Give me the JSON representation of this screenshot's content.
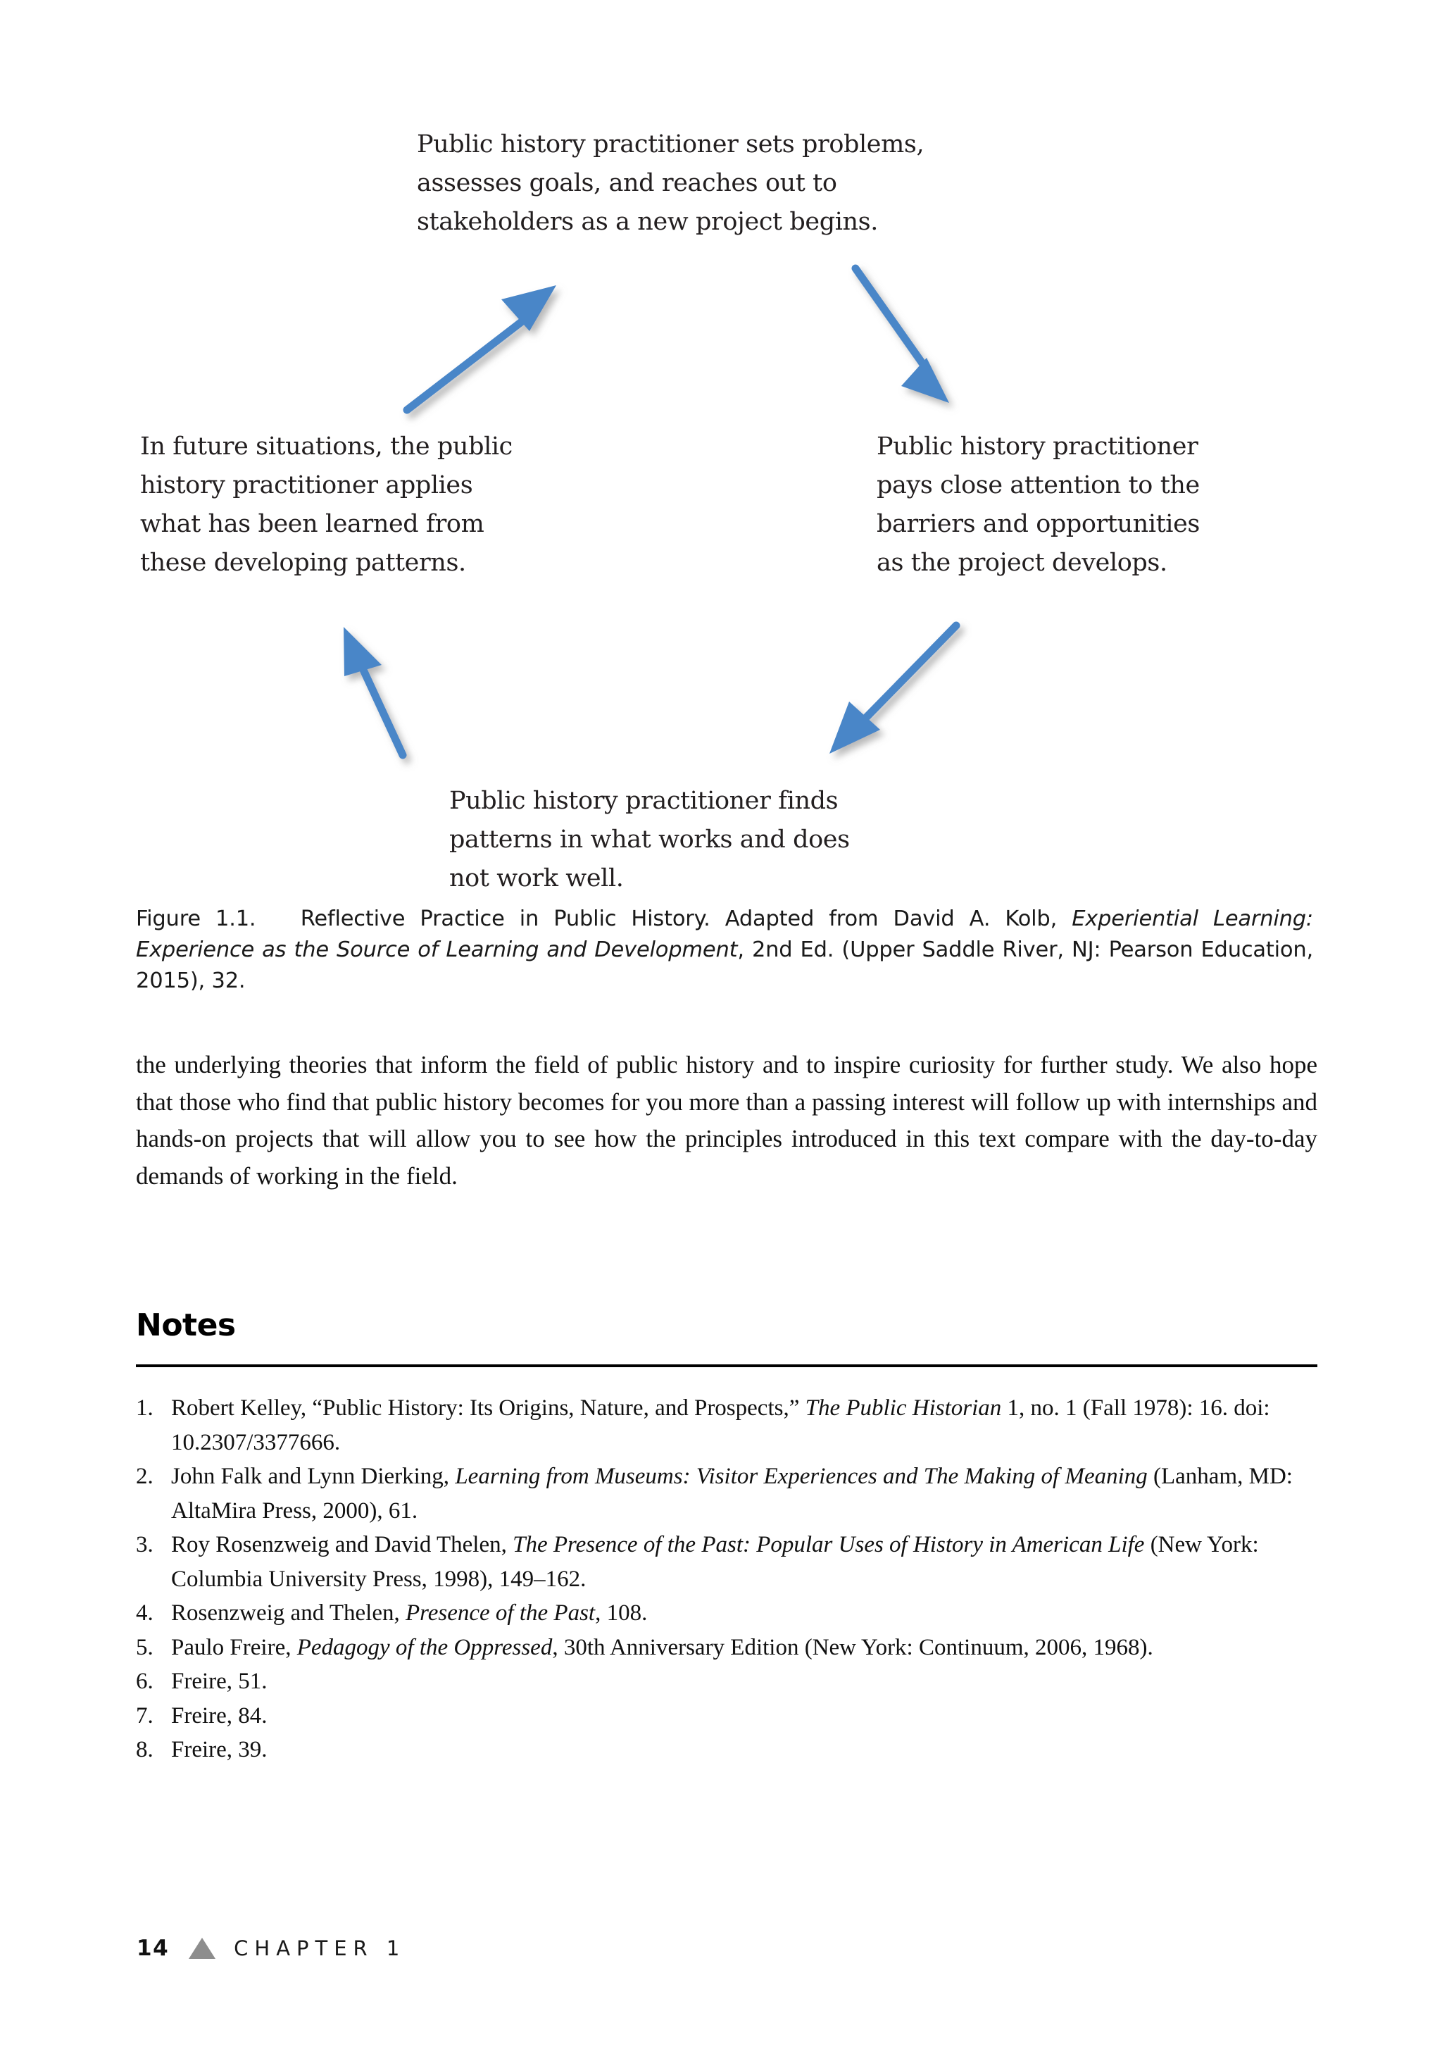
{
  "figure": {
    "type": "cycle-diagram",
    "title": "Reflective Practice in Public History",
    "nodes": {
      "top": "Public history practitioner sets problems,\nassesses goals, and reaches out to\nstakeholders as a new project begins.",
      "right": "Public history practitioner\npays close attention to the\nbarriers and opportunities\nas the project develops.",
      "bottom": "Public history practitioner finds\npatterns in what works and does\nnot work well.",
      "left": "In future situations, the public\nhistory practitioner applies\nwhat has been learned from\nthese developing patterns."
    },
    "arrow_color": "#4A86C8",
    "arrows": [
      {
        "name": "arrow-left-to-top",
        "from": "left",
        "to": "top",
        "direction": "up-right"
      },
      {
        "name": "arrow-top-to-right",
        "from": "top",
        "to": "right",
        "direction": "down-right"
      },
      {
        "name": "arrow-right-to-bottom",
        "from": "right",
        "to": "bottom",
        "direction": "down-left"
      },
      {
        "name": "arrow-bottom-to-left",
        "from": "bottom",
        "to": "left",
        "direction": "up-left"
      }
    ]
  },
  "caption": {
    "label": "Figure 1.1.",
    "text_before_italic": "Reflective Practice in Public History. Adapted from David A. Kolb, ",
    "italic_title": "Experiential Learning: Experience as the Source of Learning and Development",
    "text_after_italic": ", 2nd Ed. (Upper Saddle River, NJ: Pearson Education, 2015), 32."
  },
  "body": {
    "paragraph": "the underlying theories that inform the field of public history and to inspire curiosity for further study. We also hope that those who find that public history becomes for you more than a passing interest will follow up with internships and hands-on projects that will allow you to see how the principles introduced in this text compare with the day-to-day demands of working in the field."
  },
  "notes": {
    "heading": "Notes",
    "items": [
      {
        "number": "1.",
        "parts": [
          {
            "text": "Robert Kelley, “Public History: Its Origins, Nature, and Prospects,” ",
            "italic": false
          },
          {
            "text": "The Public Historian",
            "italic": true
          },
          {
            "text": " 1, no. 1 (Fall 1978): 16. doi: 10.2307/3377666.",
            "italic": false
          }
        ]
      },
      {
        "number": "2.",
        "parts": [
          {
            "text": "John Falk and Lynn Dierking, ",
            "italic": false
          },
          {
            "text": "Learning from Museums: Visitor Experiences and The Making of Meaning",
            "italic": true
          },
          {
            "text": " (Lanham, MD: AltaMira Press, 2000), 61.",
            "italic": false
          }
        ]
      },
      {
        "number": "3.",
        "parts": [
          {
            "text": "Roy Rosenzweig and David Thelen, ",
            "italic": false
          },
          {
            "text": "The Presence of the Past: Popular Uses of History in American Life",
            "italic": true
          },
          {
            "text": " (New York: Columbia University Press, 1998), 149–162.",
            "italic": false
          }
        ]
      },
      {
        "number": "4.",
        "parts": [
          {
            "text": "Rosenzweig and Thelen, ",
            "italic": false
          },
          {
            "text": "Presence of the Past",
            "italic": true
          },
          {
            "text": ", 108.",
            "italic": false
          }
        ]
      },
      {
        "number": "5.",
        "parts": [
          {
            "text": "Paulo Freire, ",
            "italic": false
          },
          {
            "text": "Pedagogy of the Oppressed",
            "italic": true
          },
          {
            "text": ", 30th Anniversary Edition (New York: Continuum, 2006, 1968).",
            "italic": false
          }
        ]
      },
      {
        "number": "6.",
        "parts": [
          {
            "text": "Freire, 51.",
            "italic": false
          }
        ]
      },
      {
        "number": "7.",
        "parts": [
          {
            "text": "Freire, 84.",
            "italic": false
          }
        ]
      },
      {
        "number": "8.",
        "parts": [
          {
            "text": "Freire, 39.",
            "italic": false
          }
        ]
      }
    ]
  },
  "footer": {
    "page_number": "14",
    "chapter_label": "CHAPTER 1",
    "triangle_color": "#8d8d8d"
  }
}
